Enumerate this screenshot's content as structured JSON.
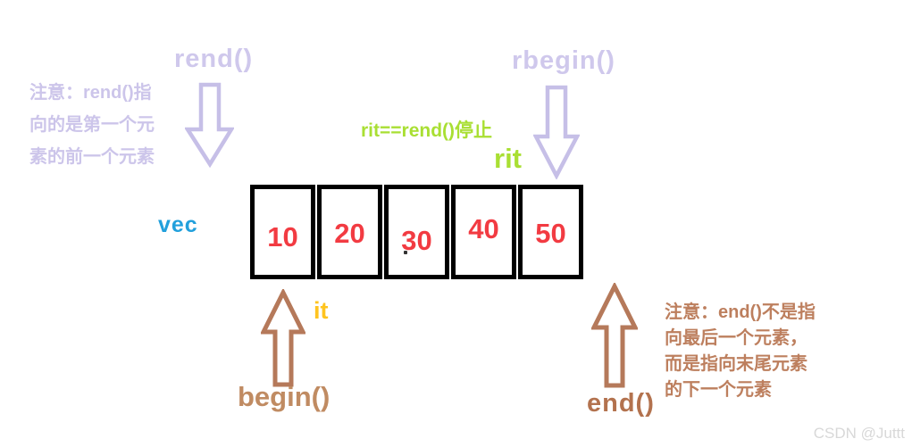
{
  "diagram": {
    "rend_label": "rend()",
    "rbegin_label": "rbegin()",
    "note_left": {
      "line1": "注意：rend()指",
      "line2": "向的是第一个元",
      "line3": "素的前一个元素"
    },
    "stop_condition": "rit==rend()停止",
    "rit_label": "rit",
    "vec_label": "vec",
    "it_label": "it",
    "begin_label": "begin()",
    "end_label": "end()",
    "note_right": {
      "line1": "注意：end()不是指",
      "line2": "向最后一个元素，",
      "line3": "而是指向末尾元素",
      "line4": "的下一个元素"
    },
    "array": {
      "cells": [
        "10",
        "20",
        "30",
        "40",
        "50"
      ]
    },
    "watermark": "CSDN @Juttt",
    "colors": {
      "lavender": "#cfc8ec",
      "lavender_arrow": "#c6bfe7",
      "green": "#a9df33",
      "blue": "#22a0dc",
      "red": "#f23b42",
      "gold": "#ffc41f",
      "brown_arrow": "#b5795a",
      "brown_begin_text": "#c08b62",
      "brown_end_text": "#b3724e",
      "brown_note_text": "#bd7f5e",
      "box_border": "#000000",
      "watermark_gray": "#d8d8d8"
    }
  }
}
